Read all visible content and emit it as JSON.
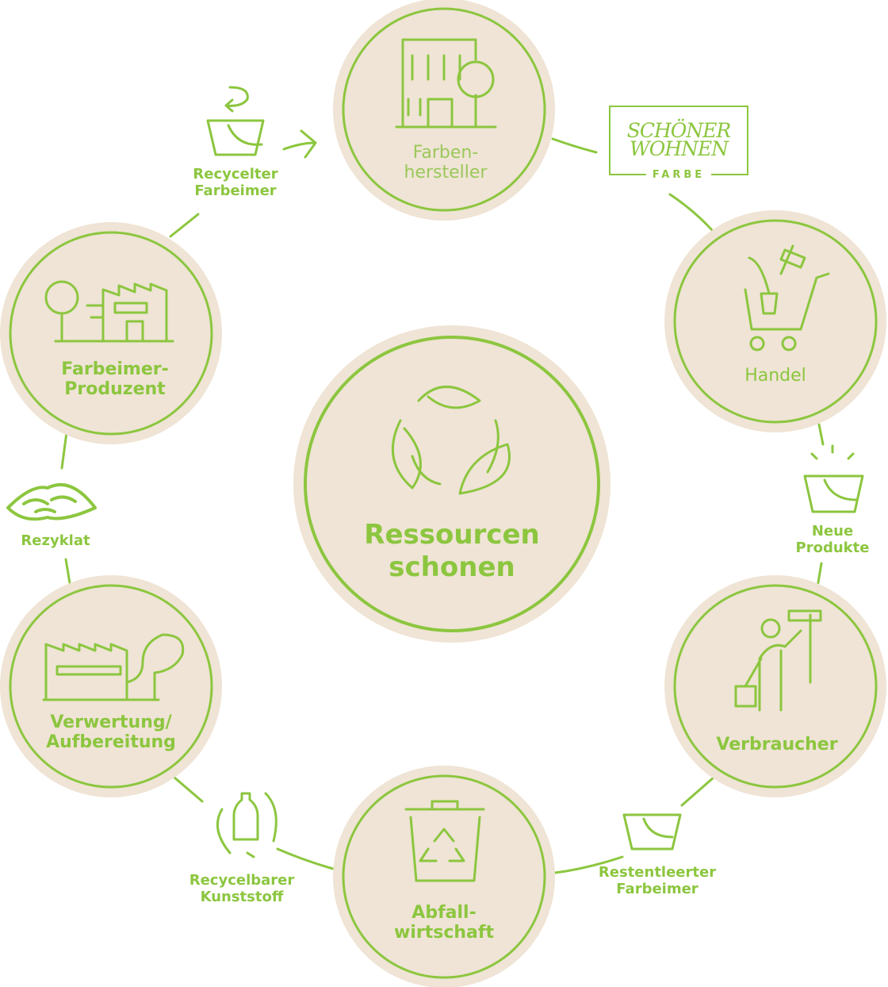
{
  "colors": {
    "accent": "#8cc63f",
    "disc": "#efe4d5"
  },
  "center": {
    "line1": "Ressourcen",
    "line2": "schonen",
    "icon": "leaf-recycle-icon"
  },
  "nodes": {
    "farbenhersteller": {
      "line1": "Farben-",
      "line2": "hersteller",
      "icon": "building-tree-icon"
    },
    "handel": {
      "line1": "Handel",
      "icon": "shopping-cart-icon"
    },
    "verbraucher": {
      "line1": "Verbraucher",
      "icon": "person-painting-icon"
    },
    "abfall": {
      "line1": "Abfall-",
      "line2": "wirtschaft",
      "icon": "recycling-bin-icon"
    },
    "verwertung": {
      "line1": "Verwertung/",
      "line2": "Aufbereitung",
      "icon": "factory-leaf-icon"
    },
    "produzent": {
      "line1": "Farbeimer-",
      "line2": "Produzent",
      "icon": "factory-tree-icon"
    }
  },
  "links": {
    "recycelter": {
      "line1": "Recycelter",
      "line2": "Farbeimer",
      "icon": "recycled-bucket-icon"
    },
    "neue": {
      "line1": "Neue",
      "line2": "Produkte",
      "icon": "new-bucket-icon"
    },
    "restentleert": {
      "line1": "Restentleerter",
      "line2": "Farbeimer",
      "icon": "empty-bucket-icon"
    },
    "kunststoff": {
      "line1": "Recycelbarer",
      "line2": "Kunststoff",
      "icon": "plastic-bottle-icon"
    },
    "rezyklat": {
      "line1": "Rezyklat",
      "icon": "granulate-icon"
    }
  },
  "logo": {
    "line1": "SCHÖNER",
    "line2": "WOHNEN",
    "line3": "FARBE"
  }
}
